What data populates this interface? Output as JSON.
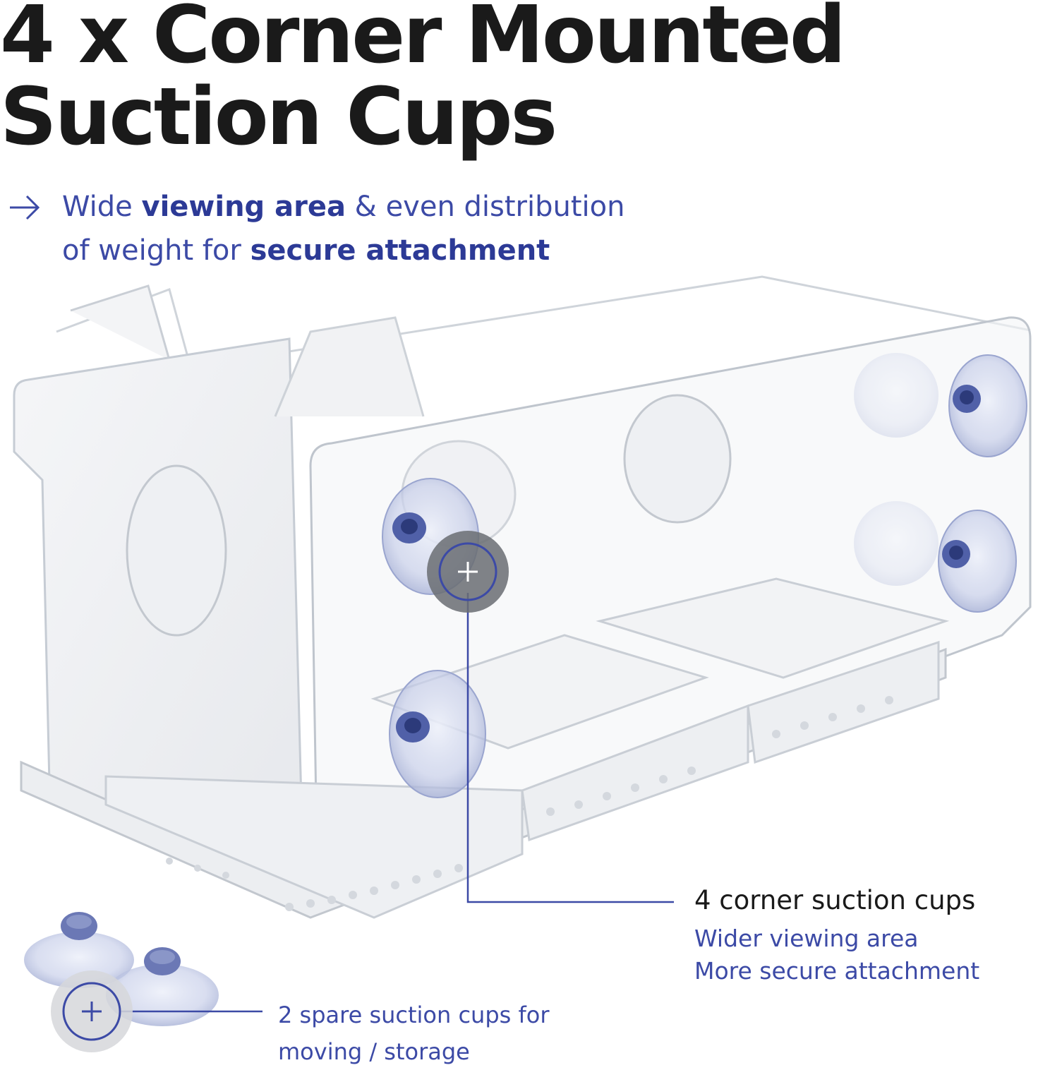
{
  "headline": {
    "line1": "4 x Corner Mounted",
    "line2": "Suction Cups"
  },
  "subheading": {
    "line1_pre": "Wide ",
    "line1_bold": "viewing area",
    "line1_post": " & even distribution",
    "line2_pre": "of weight for ",
    "line2_bold": "secure attachment"
  },
  "callout_main": {
    "title": "4 corner suction cups",
    "line1": "Wider viewing area",
    "line2": "More secure attachment"
  },
  "callout_spare": {
    "line1": "2 spare suction cups for",
    "line2": "moving / storage"
  },
  "icons": {
    "arrow": "arrow-right-icon",
    "marker": "plus-icon"
  },
  "colors": {
    "headline": "#1a1a1a",
    "accent": "#3c4aa6",
    "acrylic_edge": "#c6ccd4",
    "suction_cup": "#aab4d6",
    "marker_bg": "#6a6d72"
  }
}
